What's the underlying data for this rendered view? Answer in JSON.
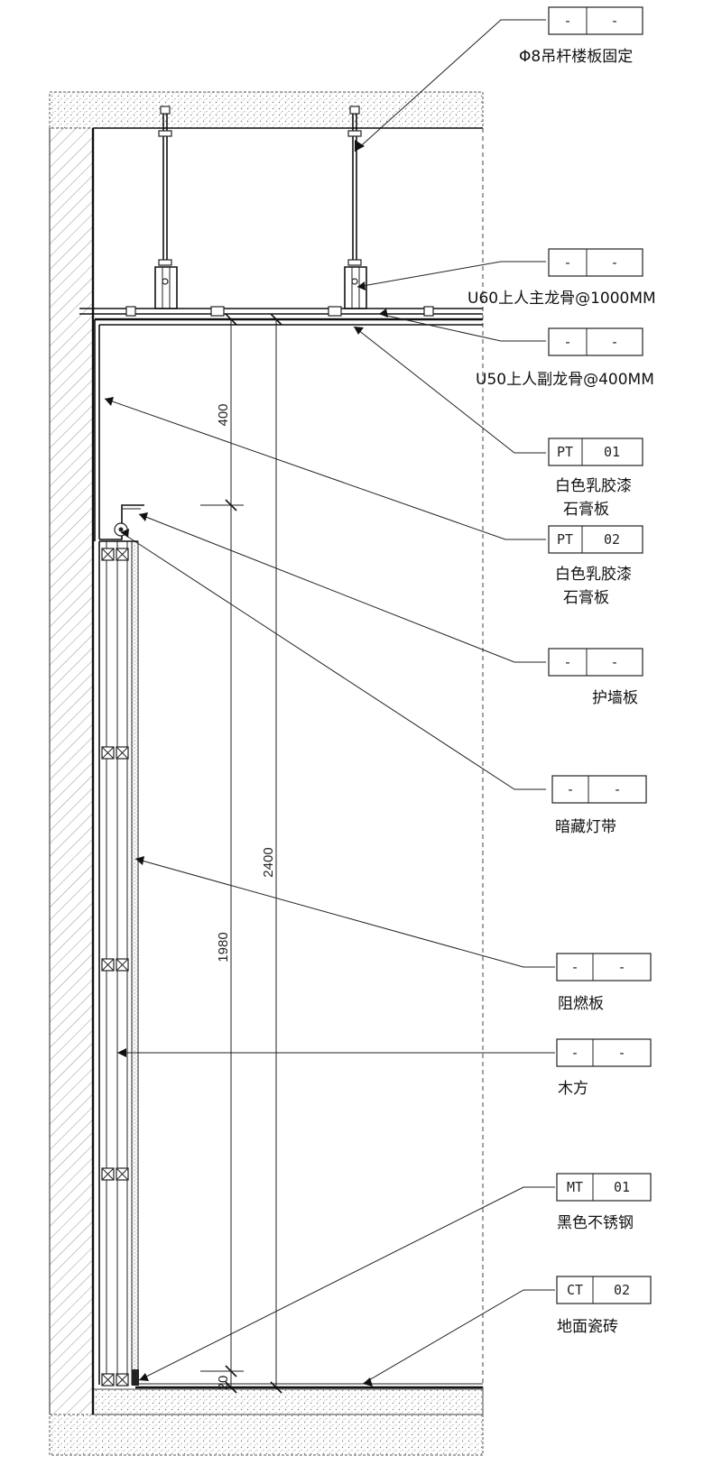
{
  "dimensions": {
    "d400": "400",
    "d2400": "2400",
    "d1980": "1980",
    "d20": "20"
  },
  "callouts": [
    {
      "id": "rod",
      "code": "-",
      "num": "-",
      "label_lines": [
        "Φ8吊杆楼板固定"
      ]
    },
    {
      "id": "main-keel",
      "code": "-",
      "num": "-",
      "label_lines": [
        "U60上人主龙骨@1000MM"
      ]
    },
    {
      "id": "sub-keel",
      "code": "-",
      "num": "-",
      "label_lines": [
        "U50上人副龙骨@400MM"
      ]
    },
    {
      "id": "pt01",
      "code": "PT",
      "num": "01",
      "label_lines": [
        "白色乳胶漆",
        "石膏板"
      ]
    },
    {
      "id": "pt02",
      "code": "PT",
      "num": "02",
      "label_lines": [
        "白色乳胶漆",
        "石膏板"
      ]
    },
    {
      "id": "wall-panel",
      "code": "-",
      "num": "-",
      "label_lines": [
        "护墙板"
      ]
    },
    {
      "id": "led-strip",
      "code": "-",
      "num": "-",
      "label_lines": [
        "暗藏灯带"
      ]
    },
    {
      "id": "fire-board",
      "code": "-",
      "num": "-",
      "label_lines": [
        "阻燃板"
      ]
    },
    {
      "id": "batten",
      "code": "-",
      "num": "-",
      "label_lines": [
        "木方"
      ]
    },
    {
      "id": "mt01",
      "code": "MT",
      "num": "01",
      "label_lines": [
        "黑色不锈钢"
      ]
    },
    {
      "id": "ct02",
      "code": "CT",
      "num": "02",
      "label_lines": [
        "地面瓷砖"
      ]
    }
  ]
}
